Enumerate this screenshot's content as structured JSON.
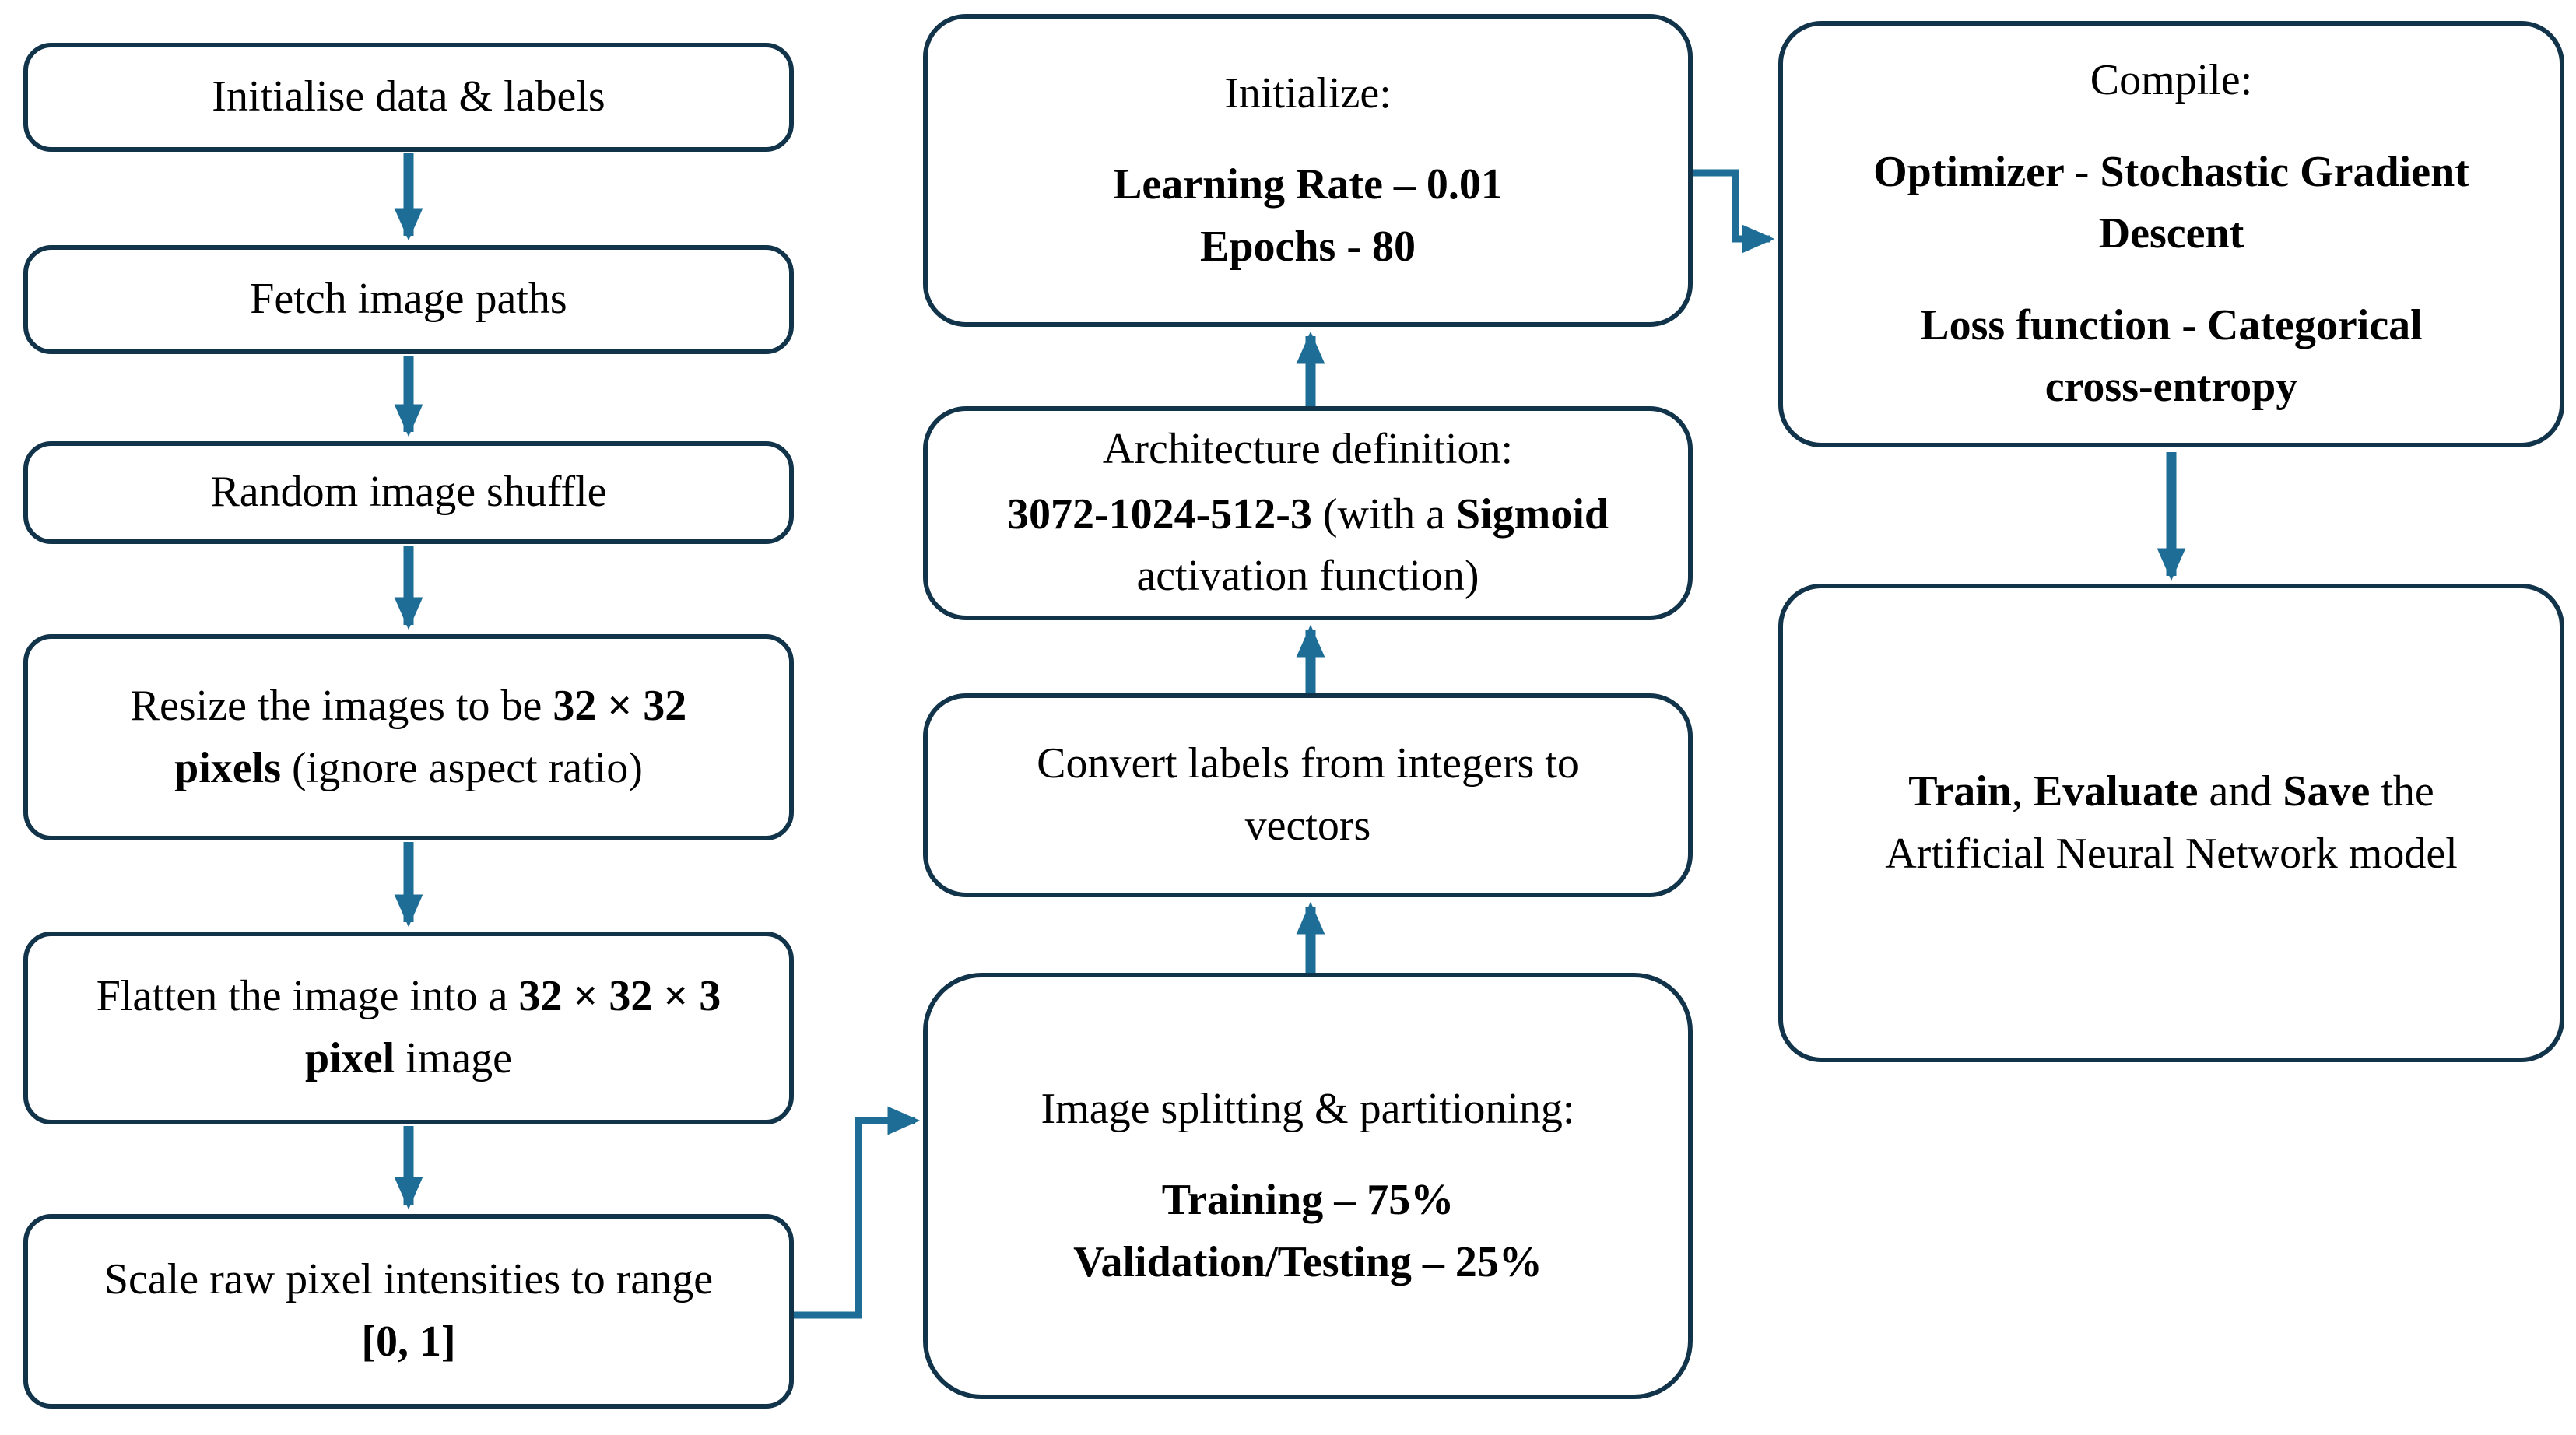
{
  "colors": {
    "background": "#ffffff",
    "box_border": "#11344a",
    "arrow": "#1d6d96",
    "text": "#000000"
  },
  "nodes": {
    "initialise": {
      "lines": [
        [
          {
            "t": "Initialise data & labels"
          }
        ]
      ]
    },
    "fetch": {
      "lines": [
        [
          {
            "t": "Fetch image paths"
          }
        ]
      ]
    },
    "shuffle": {
      "lines": [
        [
          {
            "t": "Random image shuffle"
          }
        ]
      ]
    },
    "resize": {
      "lines": [
        [
          {
            "t": "Resize the images to be "
          },
          {
            "t": "32 × 32",
            "b": true
          }
        ],
        [
          {
            "t": "pixels",
            "b": true
          },
          {
            "t": " (ignore aspect ratio)"
          }
        ]
      ]
    },
    "flatten": {
      "lines": [
        [
          {
            "t": "Flatten the image into a "
          },
          {
            "t": "32 × 32 × 3",
            "b": true
          }
        ],
        [
          {
            "t": "pixel",
            "b": true
          },
          {
            "t": " image"
          }
        ]
      ]
    },
    "scale": {
      "lines": [
        [
          {
            "t": "Scale raw pixel intensities to range"
          }
        ],
        [
          {
            "t": "[0, 1]",
            "b": true
          }
        ]
      ]
    },
    "split": {
      "lines": [
        [
          {
            "t": "Image splitting & partitioning:"
          }
        ],
        [],
        [
          {
            "t": "Training – 75%",
            "b": true
          }
        ],
        [
          {
            "t": "Validation/Testing – 25%",
            "b": true
          }
        ]
      ]
    },
    "convert": {
      "lines": [
        [
          {
            "t": "Convert labels from integers to"
          }
        ],
        [
          {
            "t": "vectors"
          }
        ]
      ]
    },
    "architecture": {
      "lines": [
        [
          {
            "t": "Architecture definition:"
          }
        ],
        [],
        [
          {
            "t": "3072-1024-512-3",
            "b": true
          },
          {
            "t": " (with a "
          },
          {
            "t": "Sigmoid",
            "b": true
          }
        ],
        [
          {
            "t": "activation function)"
          }
        ]
      ]
    },
    "initialize": {
      "lines": [
        [
          {
            "t": "Initialize:"
          }
        ],
        [],
        [
          {
            "t": "Learning Rate – 0.01",
            "b": true
          }
        ],
        [
          {
            "t": "Epochs - 80",
            "b": true
          }
        ]
      ]
    },
    "compile": {
      "lines": [
        [
          {
            "t": "Compile:"
          }
        ],
        [],
        [
          {
            "t": "Optimizer - Stochastic Gradient",
            "b": true
          }
        ],
        [
          {
            "t": "Descent",
            "b": true
          }
        ],
        [],
        [
          {
            "t": "Loss function - Categorical",
            "b": true
          }
        ],
        [
          {
            "t": "cross-entropy",
            "b": true
          }
        ]
      ]
    },
    "train": {
      "lines": [
        [
          {
            "t": "Train",
            "b": true
          },
          {
            "t": ", "
          },
          {
            "t": "Evaluate",
            "b": true
          },
          {
            "t": " and "
          },
          {
            "t": "Save",
            "b": true
          },
          {
            "t": " the"
          }
        ],
        [
          {
            "t": "Artificial Neural Network model"
          }
        ]
      ]
    }
  },
  "edges": [
    {
      "from": "initialise",
      "to": "fetch"
    },
    {
      "from": "fetch",
      "to": "shuffle"
    },
    {
      "from": "shuffle",
      "to": "resize"
    },
    {
      "from": "resize",
      "to": "flatten"
    },
    {
      "from": "flatten",
      "to": "scale"
    },
    {
      "from": "scale",
      "to": "split"
    },
    {
      "from": "split",
      "to": "convert"
    },
    {
      "from": "convert",
      "to": "architecture"
    },
    {
      "from": "architecture",
      "to": "initialize"
    },
    {
      "from": "initialize",
      "to": "compile"
    },
    {
      "from": "compile",
      "to": "train"
    }
  ]
}
